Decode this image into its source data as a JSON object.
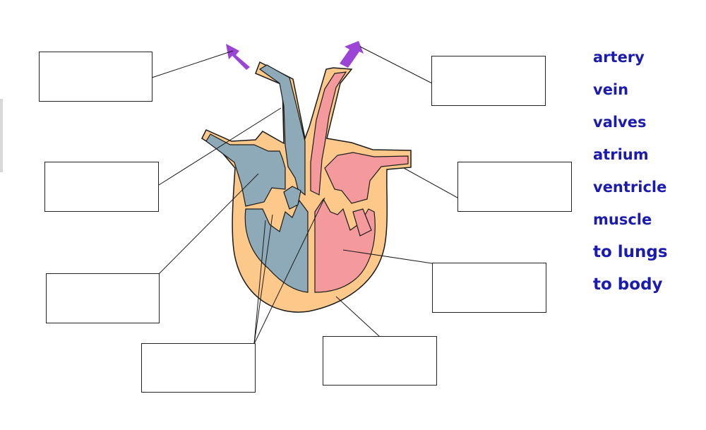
{
  "word_bank": {
    "words": [
      "artery",
      "vein",
      "valves",
      "atrium",
      "ventricle",
      "muscle",
      "to lungs",
      "to body"
    ]
  },
  "label_boxes": [
    {
      "id": "box-top-left",
      "value": ""
    },
    {
      "id": "box-mid-left",
      "value": ""
    },
    {
      "id": "box-lower-left",
      "value": ""
    },
    {
      "id": "box-bottom-left",
      "value": ""
    },
    {
      "id": "box-top-right",
      "value": ""
    },
    {
      "id": "box-mid-right",
      "value": ""
    },
    {
      "id": "box-lower-right",
      "value": ""
    },
    {
      "id": "box-bottom-right",
      "value": ""
    }
  ],
  "colors": {
    "deoxygenated": "#8eaab8",
    "oxygenated": "#f59a9c",
    "muscle": "#fdc98b",
    "outline": "#1a1a1a",
    "arrow": "#9b45d6",
    "word_text": "#1b1bb0"
  },
  "icons": {
    "flow_arrows": "arrow-up-icon"
  }
}
